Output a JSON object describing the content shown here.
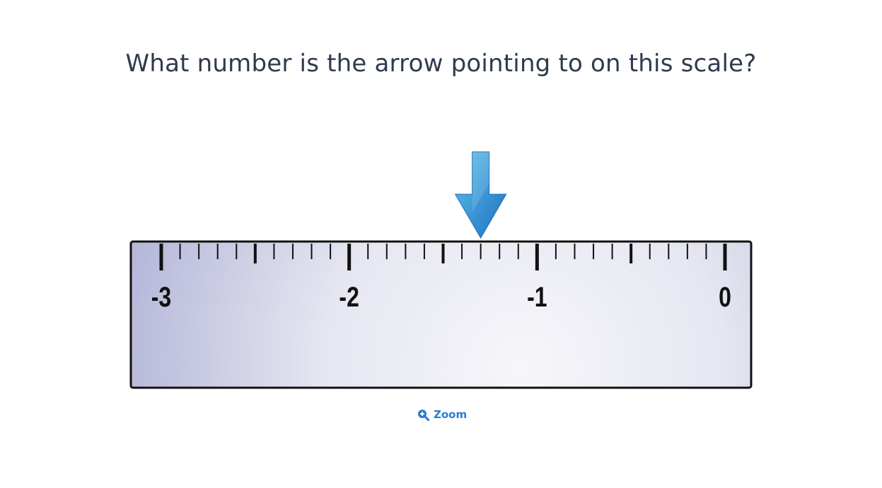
{
  "question": "What number is the arrow pointing to on this scale?",
  "zoom_label": "Zoom",
  "scale": {
    "min": -3,
    "max": 0,
    "major_step": 1,
    "minor_divisions": 10,
    "labels": [
      "-3",
      "-2",
      "-1",
      "0"
    ],
    "arrow_value": -1.3
  },
  "colors": {
    "text": "#2f3a4f",
    "link": "#2b7bd1",
    "arrow_light": "#5bbde8",
    "arrow_dark": "#1f78c8",
    "ruler_edge": "#111111"
  },
  "icons": {
    "zoom": "magnify-plus-icon",
    "arrow": "down-arrow-icon"
  }
}
